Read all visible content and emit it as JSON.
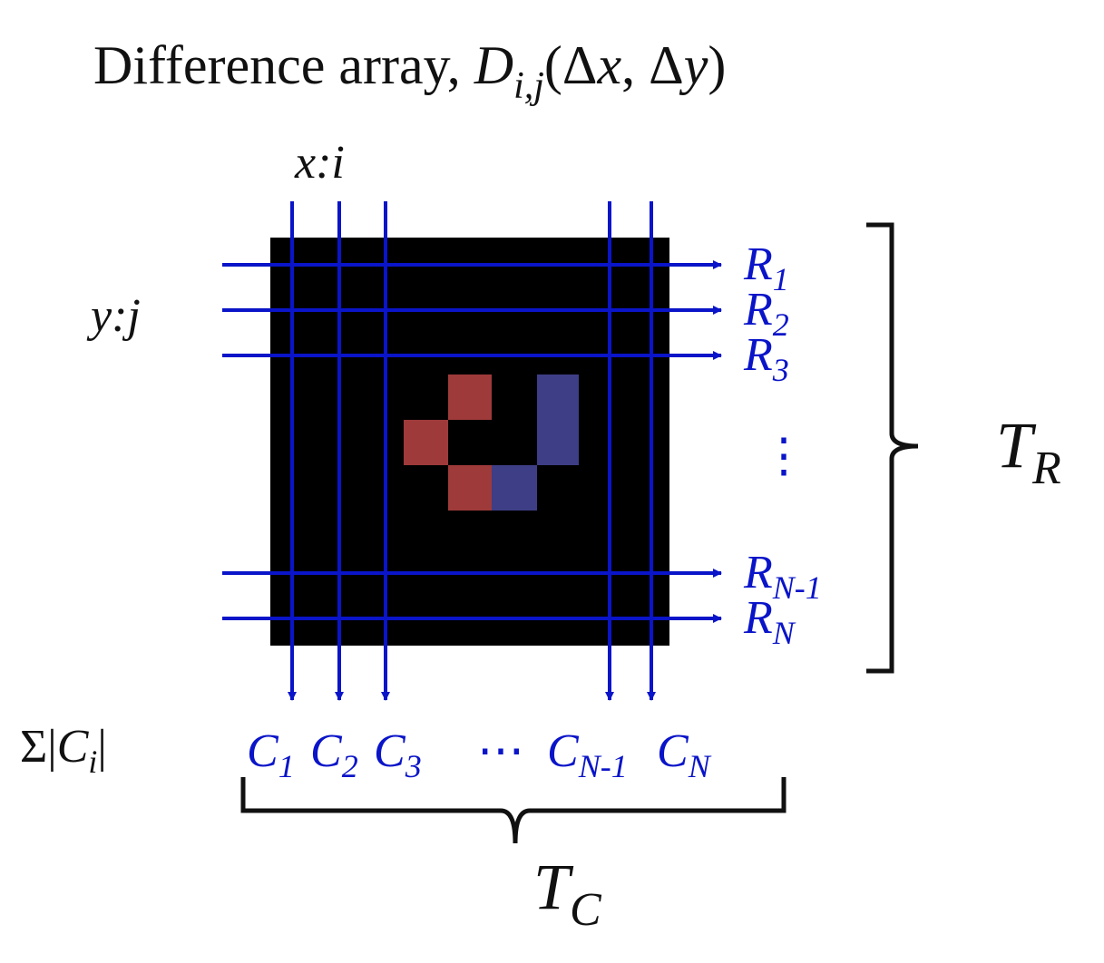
{
  "title": {
    "prefix": "Difference array, ",
    "symbol": "D",
    "subscript": "i,j",
    "args_open": "(",
    "delta1": "Δ",
    "var1": "x",
    "comma": ", ",
    "delta2": "Δ",
    "var2": "y",
    "args_close": ")"
  },
  "axes": {
    "x_label": "x:i",
    "y_label": "y:j"
  },
  "rows": [
    {
      "base": "R",
      "sub": "1"
    },
    {
      "base": "R",
      "sub": "2"
    },
    {
      "base": "R",
      "sub": "3"
    },
    {
      "base": "R",
      "sub": "N-1"
    },
    {
      "base": "R",
      "sub": "N"
    }
  ],
  "row_ellipsis": "⋮",
  "columns": [
    {
      "base": "C",
      "sub": "1"
    },
    {
      "base": "C",
      "sub": "2"
    },
    {
      "base": "C",
      "sub": "3"
    },
    {
      "base": "C",
      "sub": "N-1"
    },
    {
      "base": "C",
      "sub": "N"
    }
  ],
  "col_ellipsis": "⋯",
  "sum_label": {
    "sigma": "Σ",
    "open_bar": "|",
    "base": "C",
    "sub": "i",
    "close_bar": "|"
  },
  "totals": {
    "rows": {
      "base": "T",
      "sub": "R"
    },
    "cols": {
      "base": "T",
      "sub": "C"
    }
  },
  "colors": {
    "array_bg": "#000000",
    "arrow": "#0a14c8",
    "positive_cell": "#9e3a3a",
    "negative_cell": "#3e3e86",
    "brace": "#111111"
  }
}
